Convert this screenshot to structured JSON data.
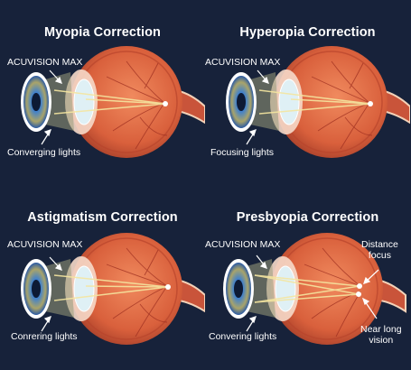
{
  "panels": [
    {
      "title": "Myopia Correction",
      "lens_label": "ACUVISION MAX",
      "bottom_label": "Converging lights"
    },
    {
      "title": "Hyperopia Correction",
      "lens_label": "ACUVISION MAX",
      "bottom_label": "Focusing lights"
    },
    {
      "title": "Astigmatism Correction",
      "lens_label": "ACUVISION MAX",
      "bottom_label": "Conrering lights"
    },
    {
      "title": "Presbyopia Correction",
      "lens_label": "ACUVISION MAX",
      "bottom_label": "Convering lights",
      "distance_label": "Distance\nfocus",
      "near_label": "Near long\nvision"
    }
  ],
  "colors": {
    "background": "#17223a",
    "eyeball": "#e06a45",
    "light": "#f5e6a0"
  }
}
